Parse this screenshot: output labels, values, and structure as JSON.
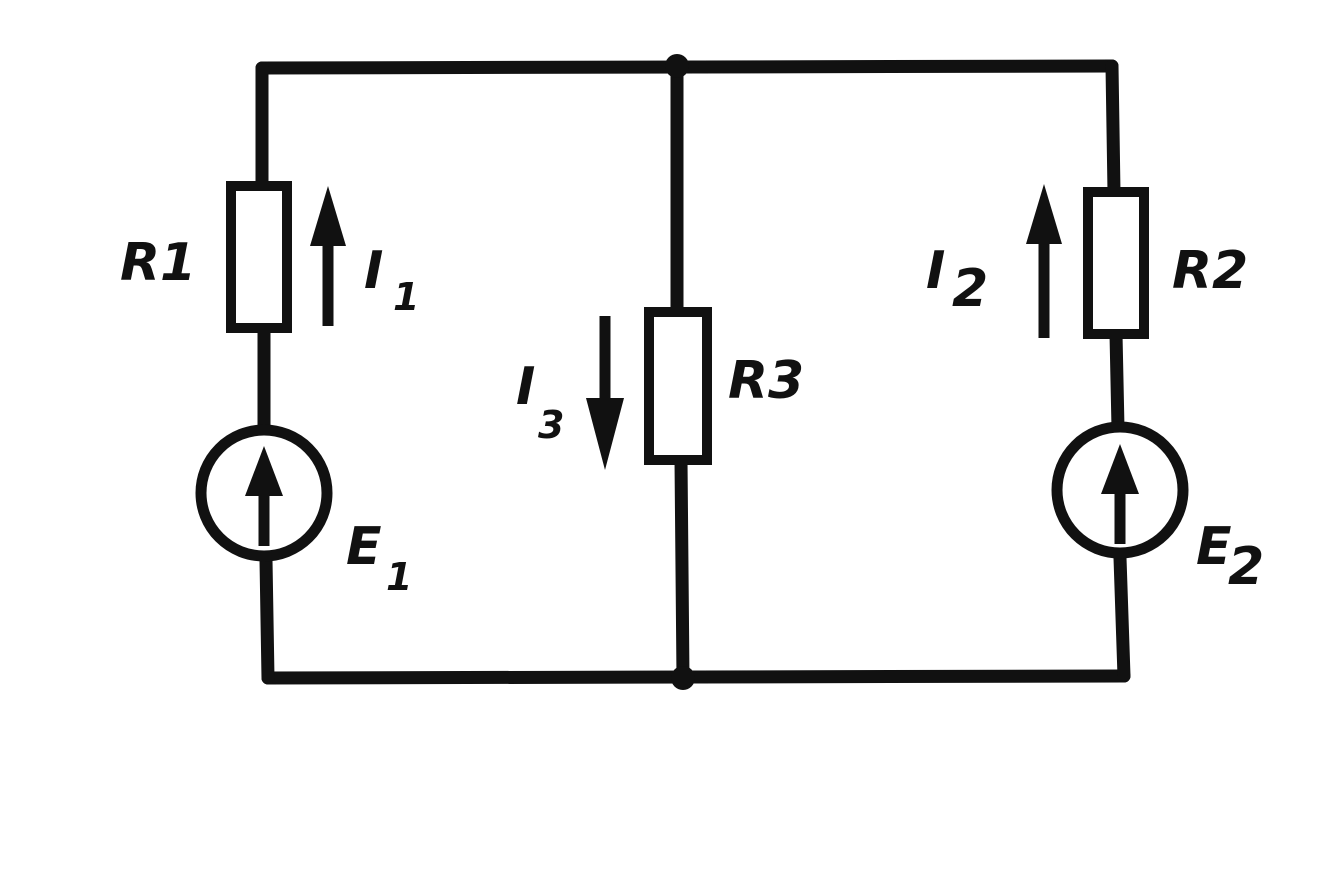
{
  "labels": {
    "r1": "R1",
    "r2": "R2",
    "r3": "R3",
    "i1": {
      "main": "I",
      "sub": "1"
    },
    "i2": {
      "main": "I",
      "sub": "2"
    },
    "i3": {
      "main": "I",
      "sub": "3"
    },
    "e1": {
      "main": "E",
      "sub": "1"
    },
    "e2": {
      "main": "E",
      "sub": "2"
    }
  },
  "colors": {
    "ink": "#111111",
    "background": "#ffffff"
  }
}
